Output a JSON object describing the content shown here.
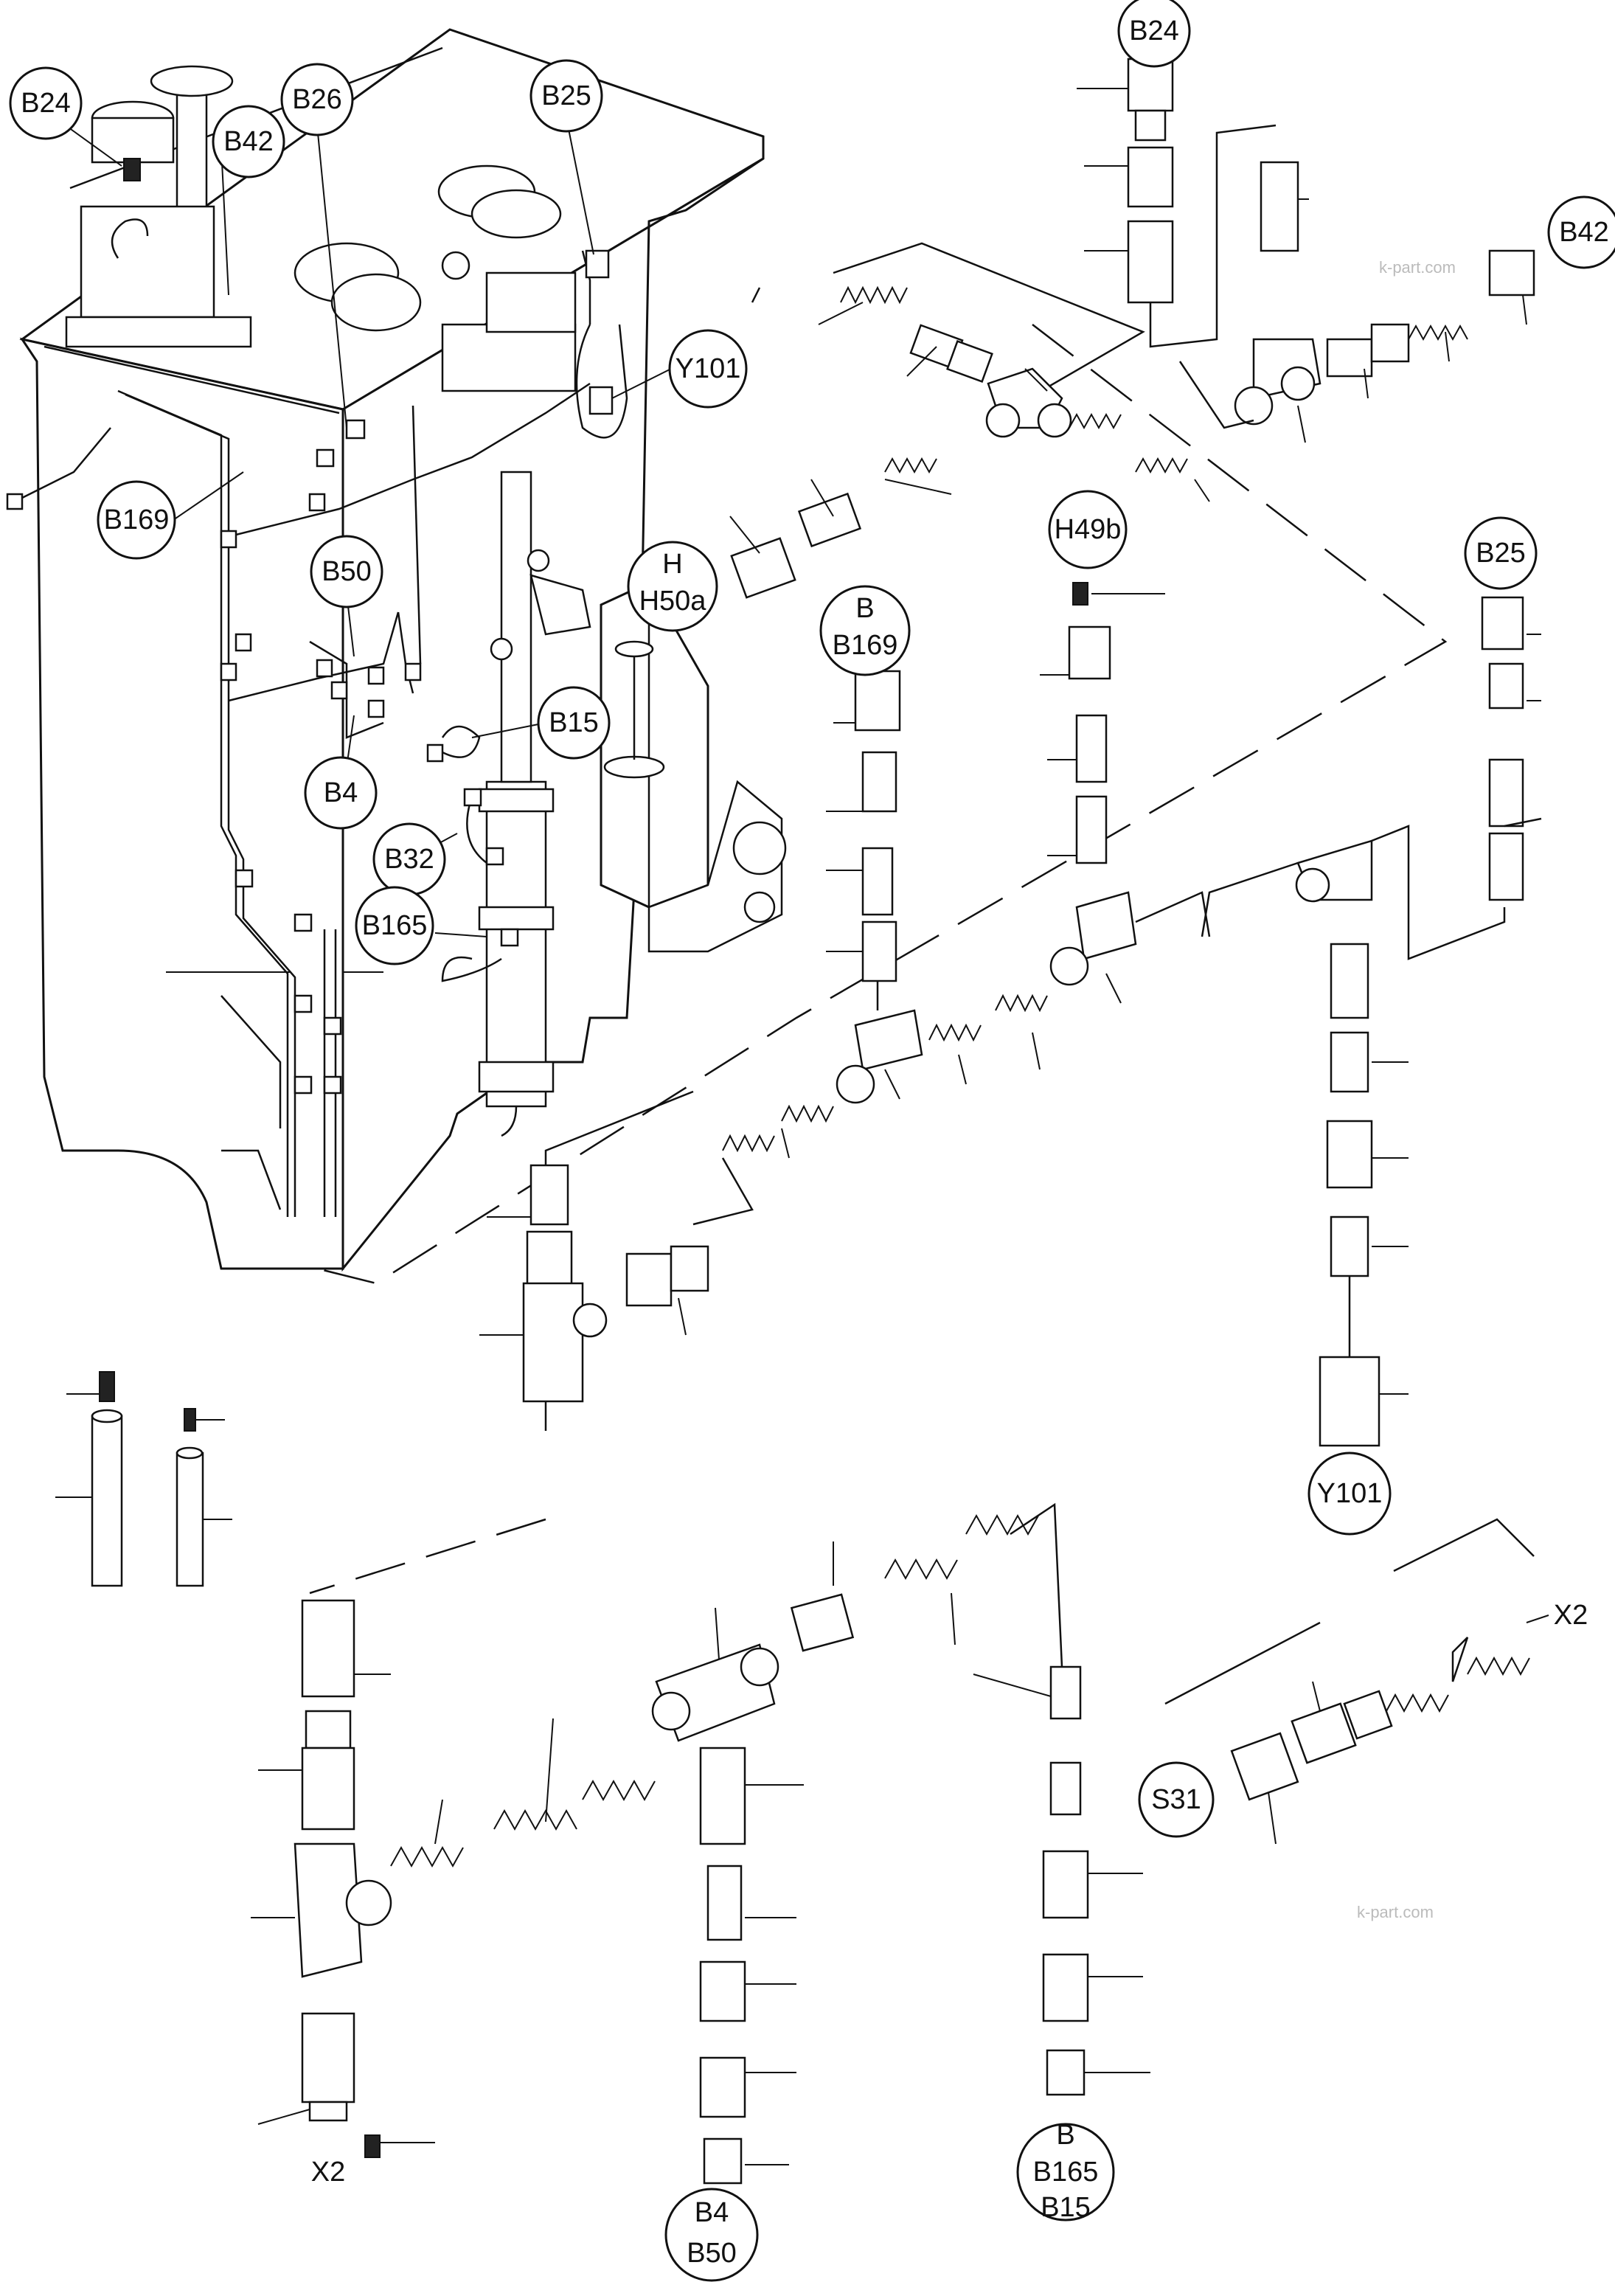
{
  "labels": {
    "b24_main": "B24",
    "b26": "B26",
    "b42_main": "B42",
    "b25_main": "B25",
    "y101_main": "Y101",
    "b169_main": "B169",
    "b50_main": "B50",
    "b15_main": "B15",
    "b4_main": "B4",
    "b32": "B32",
    "b165_main": "B165",
    "h50a_line1": "H",
    "h50a_line2": "H50a",
    "b169_conn_line1": "B",
    "b169_conn_line2": "B169",
    "h49b": "H49b",
    "b24_conn": "B24",
    "b42_conn": "B42",
    "b25_conn": "B25",
    "y101_conn": "Y101",
    "s31": "S31",
    "x2_right": "X2",
    "x2_bottom": "X2",
    "b4_b50_line1": "B4",
    "b4_b50_line2": "B50",
    "b165_b15_line1": "B",
    "b165_b15_line2": "B165",
    "b165_b15_line3": "B15"
  },
  "watermarks": {
    "wm1": "k-part.com",
    "wm2": "k-part.com"
  }
}
